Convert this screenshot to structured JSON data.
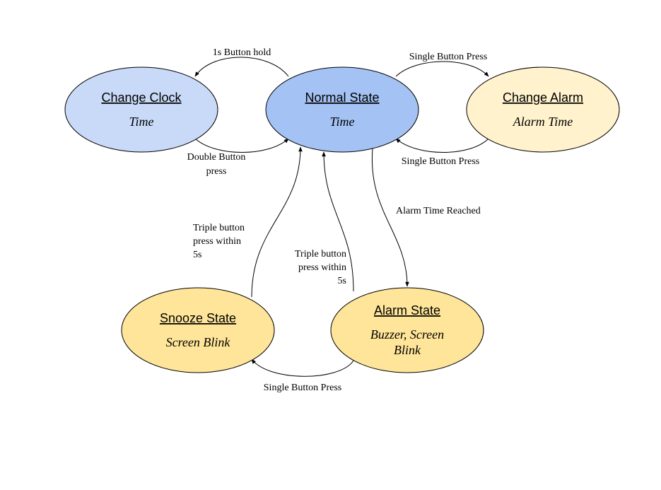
{
  "colors": {
    "change_clock": "#c9daf8",
    "normal": "#a4c2f4",
    "change_alarm": "#fff2cc",
    "snooze": "#ffe599",
    "alarm": "#ffe599",
    "stroke": "#000000"
  },
  "states": {
    "change_clock": {
      "title": "Change Clock",
      "sub": [
        "Time"
      ]
    },
    "normal": {
      "title": "Normal State",
      "sub": [
        "Time"
      ]
    },
    "change_alarm": {
      "title": "Change Alarm",
      "sub": [
        "Alarm Time"
      ]
    },
    "snooze": {
      "title": "Snooze State",
      "sub": [
        "Screen Blink"
      ]
    },
    "alarm": {
      "title": "Alarm State",
      "sub": [
        "Buzzer, Screen",
        "Blink"
      ]
    }
  },
  "transitions": {
    "normal_to_clock": [
      "1s Button hold"
    ],
    "clock_to_normal": [
      "Double Button",
      "press"
    ],
    "normal_to_alarm_cfg": [
      "Single Button Press"
    ],
    "alarm_cfg_to_normal": [
      "Single Button Press"
    ],
    "normal_to_alarm": [
      "Alarm Time Reached"
    ],
    "snooze_to_normal": [
      "Triple button",
      "press within",
      "5s"
    ],
    "alarm_to_normal": [
      "Triple button",
      "press within",
      "5s"
    ],
    "alarm_to_snooze": [
      "Single Button Press"
    ]
  }
}
